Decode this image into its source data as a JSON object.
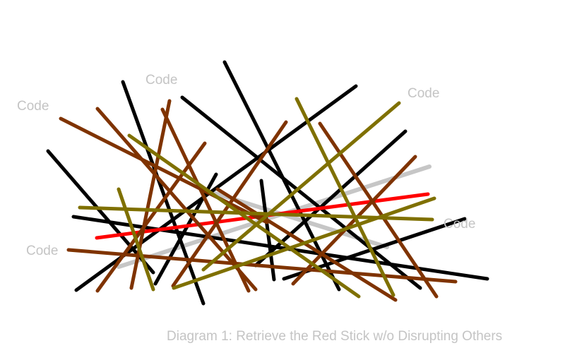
{
  "labels": [
    "Code",
    "Code",
    "Code",
    "Code",
    "Code"
  ],
  "caption": "Diagram 1: Retrieve the Red Stick w/o Disrupting Others",
  "colors": {
    "black": "#000000",
    "brown": "#7f3300",
    "olive": "#7f7000",
    "gray": "#c6c6c6",
    "red": "#ff0000"
  }
}
